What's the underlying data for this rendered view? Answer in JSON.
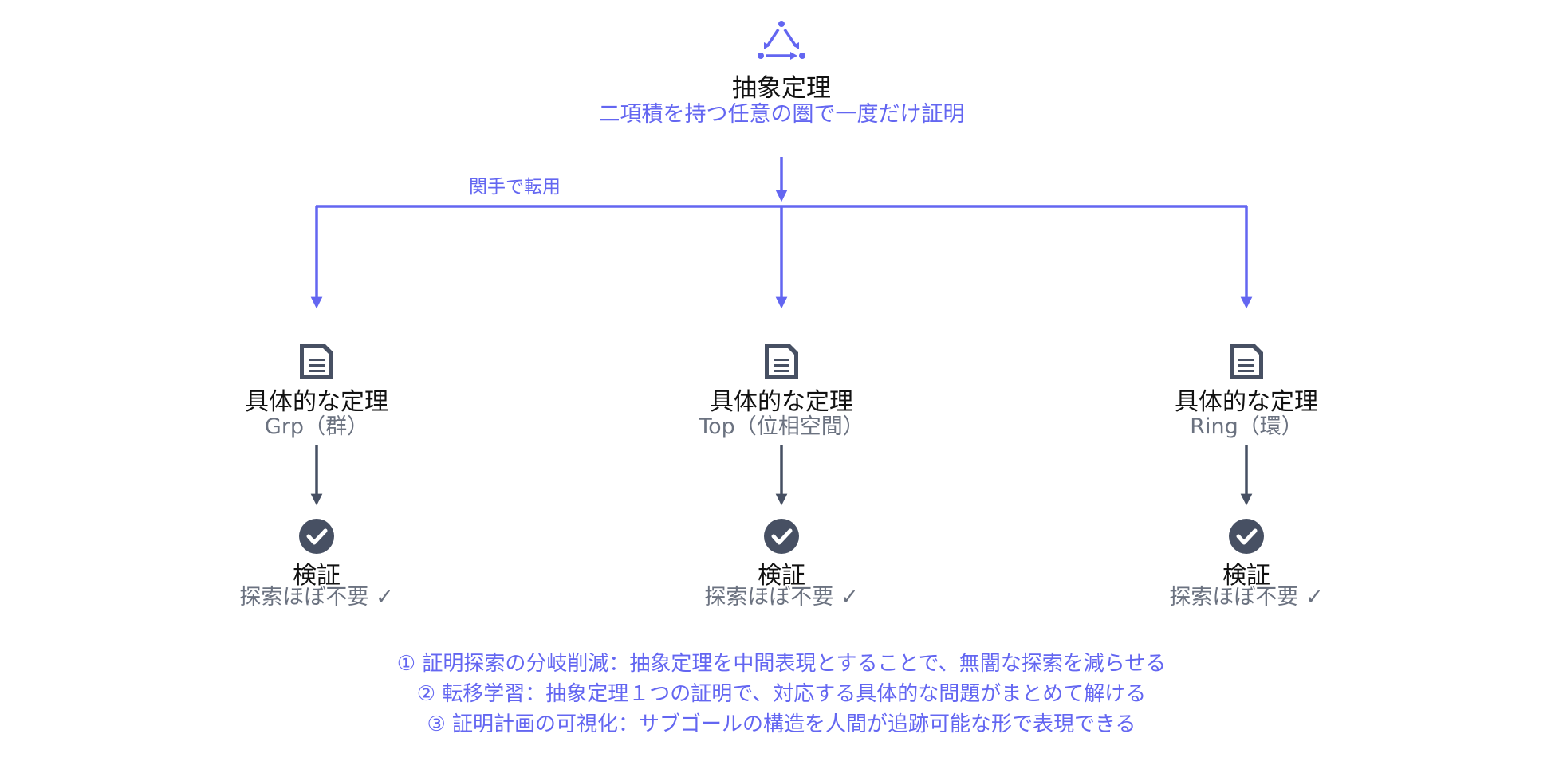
{
  "colors": {
    "accent": "#6366f1",
    "dark": "#475063",
    "text": "#111111",
    "muted": "#6b7280"
  },
  "root": {
    "icon": "triangle-graph-icon",
    "title": "抽象定理",
    "subtitle": "二項積を持つ任意の圏で一度だけ証明"
  },
  "edge_label": "関手で転用",
  "branches": [
    {
      "icon": "document-icon",
      "title": "具体的な定理",
      "subtitle": "Grp（群）",
      "check_icon": "check-circle-icon",
      "check_title": "検証",
      "check_subtitle": "探索ほぼ不要 ✓"
    },
    {
      "icon": "document-icon",
      "title": "具体的な定理",
      "subtitle": "Top（位相空間）",
      "check_icon": "check-circle-icon",
      "check_title": "検証",
      "check_subtitle": "探索ほぼ不要 ✓"
    },
    {
      "icon": "document-icon",
      "title": "具体的な定理",
      "subtitle": "Ring（環）",
      "check_icon": "check-circle-icon",
      "check_title": "検証",
      "check_subtitle": "探索ほぼ不要 ✓"
    }
  ],
  "notes": [
    "① 証明探索の分岐削減：抽象定理を中間表現とすることで、無闇な探索を減らせる",
    "② 転移学習：抽象定理１つの証明で、対応する具体的な問題がまとめて解ける",
    "③ 証明計画の可視化：サブゴールの構造を人間が追跡可能な形で表現できる"
  ]
}
